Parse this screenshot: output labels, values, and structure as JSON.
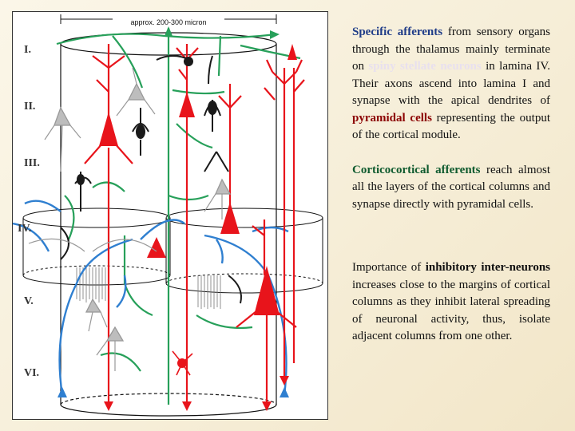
{
  "figure": {
    "scale_label": "approx. 200-300 micron",
    "layer_labels": [
      "I.",
      "II.",
      "III.",
      "IV.",
      "V.",
      "VI."
    ],
    "colors": {
      "pyramidal": "#e8141b",
      "afferent_green": "#27a05a",
      "afferent_blue": "#2f7fd0",
      "interneuron": "#1a1a1a",
      "stellate": "#aaaaaa"
    }
  },
  "text": {
    "p1": {
      "t1": "Specific afferents",
      "t2": " from sensory organs through the thalamus mainly terminate on ",
      "t3": "spiny stellate neurons",
      "t4": " in lamina IV. Their axons ascend into lamina I and synapse with the apical dendrites of ",
      "t5": "pyramidal cells",
      "t6": " representing the output of the cortical module."
    },
    "p2": {
      "t1": "Corticocortical afferents",
      "t2": " reach almost all the layers of the cortical columns and synapse directly with pyramidal cells."
    },
    "p3": {
      "t1": "Importance of ",
      "t2": "inhibitory inter-neurons",
      "t3": " increases close to the margins of cortical columns as they inhibit lateral spreading of neuronal activity, thus, isolate adjacent columns from one other."
    }
  }
}
